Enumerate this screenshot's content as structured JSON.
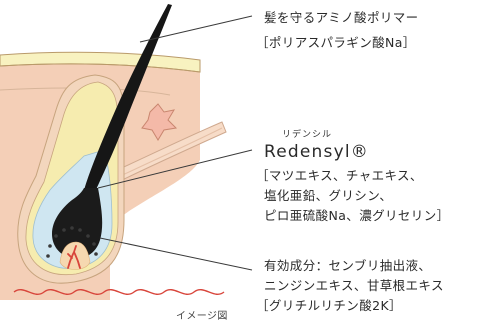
{
  "labels": {
    "amino_polymer": {
      "line1": "髪を守るアミノ酸ポリマー",
      "line2": "［ポリアスパラギン酸Na］"
    },
    "redensyl": {
      "ruby": "リデンシル",
      "name": "Redensyl®",
      "line1": "［マツエキス、チャエキス、",
      "line2": "塩化亜鉛、グリシン、",
      "line3": "ピロ亜硫酸Na、濃グリセリン］"
    },
    "active": {
      "line1": "有効成分：センブリ抽出液、",
      "line2": "ニンジンエキス、甘草根エキス",
      "line3": "［グリチルリチン酸2K］"
    }
  },
  "caption": "イメージ図",
  "colors": {
    "skin_top": "#f4cfb7",
    "skin_line": "#b99a6a",
    "epidermis_band": "#f8f2c0",
    "follicle_outer": "#f3d6bd",
    "follicle_yellow": "#f6ecaf",
    "follicle_blue": "#cfe6f1",
    "hair": "#161616",
    "papilla": "#f6d8b0",
    "capillary": "#d8453b",
    "leader": "#3a3a3a"
  }
}
